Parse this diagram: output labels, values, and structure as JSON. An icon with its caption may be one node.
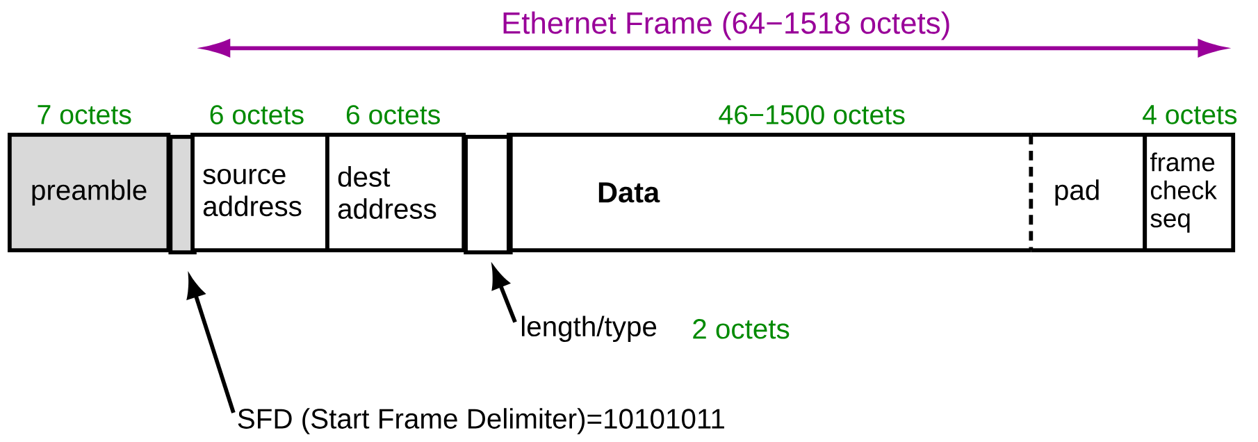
{
  "diagram": {
    "nodes": [
      {
        "text": [
          "preamble"
        ]
      },
      {
        "text": [],
        "shape": "box"
      },
      {
        "text": [
          "source address"
        ]
      },
      {
        "text": [
          "dest address"
        ]
      },
      {
        "text": [],
        "shape": "box"
      },
      {
        "text": [
          "Data"
        ]
      },
      {
        "text": [
          "pad"
        ]
      },
      {
        "text": [
          "frame check seq"
        ]
      },
      {
        "text": [
          "SFD (Start Frame Delimiter)=10101011"
        ]
      },
      {
        "text": [
          "length/type"
        ],
        "beside": [
          "2 octets"
        ]
      }
    ],
    "edges": [
      {
        "from": 8,
        "to": 1,
        "arrow": "to"
      },
      {
        "from": 9,
        "to": 4,
        "arrow": "to"
      }
    ],
    "labels": [
      "Ethernet Frame (64−1518 octets)",
      "7 octets",
      "6 octets",
      "6 octets",
      "46−1500 octets",
      "4 octets"
    ]
  }
}
